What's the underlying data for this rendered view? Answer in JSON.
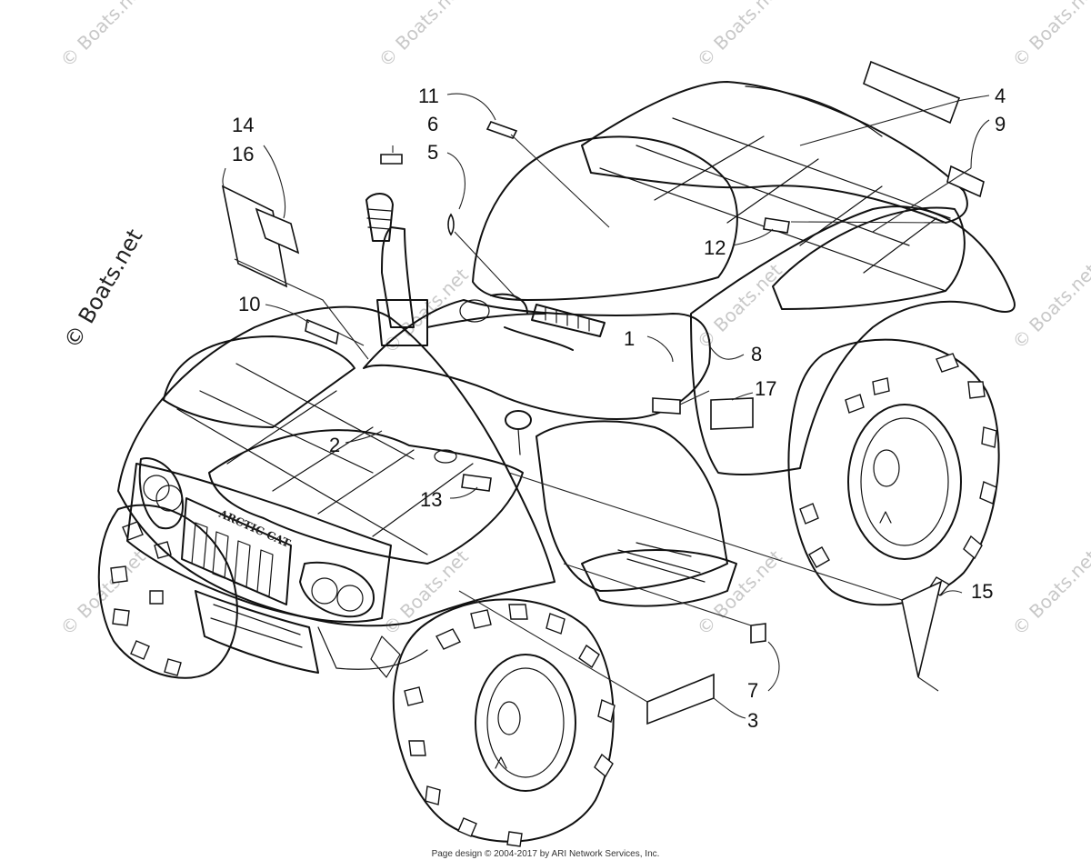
{
  "watermark": {
    "text": "© Boats.net",
    "main_text": "© Boats.net"
  },
  "vehicle": {
    "brand_text": "ARCTIC CAT"
  },
  "callouts": {
    "c1": "1",
    "c2": "2",
    "c3": "3",
    "c4": "4",
    "c5": "5",
    "c6": "6",
    "c7": "7",
    "c8": "8",
    "c9": "9",
    "c10": "10",
    "c11": "11",
    "c12": "12",
    "c13": "13",
    "c14": "14",
    "c15": "15",
    "c16": "16",
    "c17": "17"
  },
  "footer": {
    "text": "Page design © 2004-2017 by ARI Network Services, Inc."
  }
}
